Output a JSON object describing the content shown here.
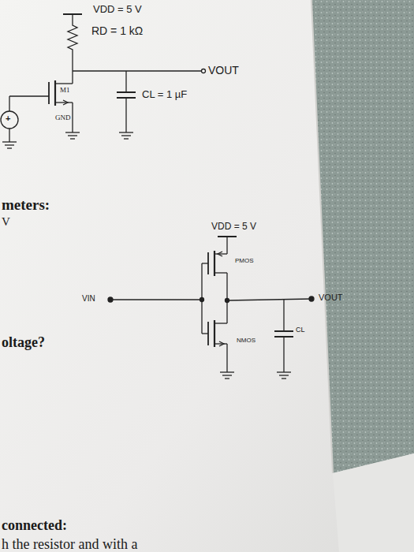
{
  "diagram": {
    "labels": [
      "VDD = 5 V",
      "RD = 1 kΩ",
      "VOUT",
      "M1",
      "CL = 1 µF",
      "GND",
      "+",
      "meters:",
      "V",
      "VDD = 5 V",
      "PMOS",
      "VIN",
      "VOUT",
      "oltage?",
      "CL",
      "NMOS",
      "connected:",
      "h the resistor and with a"
    ]
  }
}
